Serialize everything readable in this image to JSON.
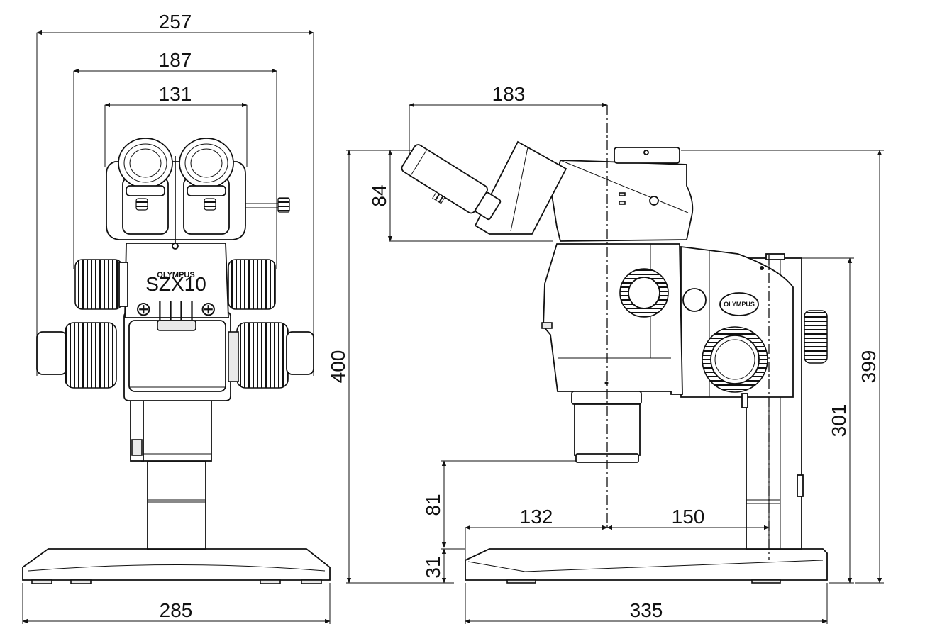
{
  "front_view": {
    "dimensions": {
      "overall_focus_knob_width": "257",
      "zoom_knob_width": "187",
      "eyepiece_width": "131",
      "base_width": "285"
    },
    "body_logo": "OLYMPUS",
    "body_model": "SZX10",
    "zoom_scale_marks": "⊕  |  |  |  |  ⊕"
  },
  "side_view": {
    "dimensions": {
      "eyepiece_reach": "183",
      "eyepiece_height": "84",
      "total_height": "400",
      "total_height_to_top": "399",
      "pillar_mount_height": "301",
      "working_clearance": "81",
      "base_thickness": "31",
      "front_to_axis": "132",
      "axis_to_pillar": "150",
      "base_depth": "335"
    },
    "arm_logo": "OLYMPUS"
  }
}
